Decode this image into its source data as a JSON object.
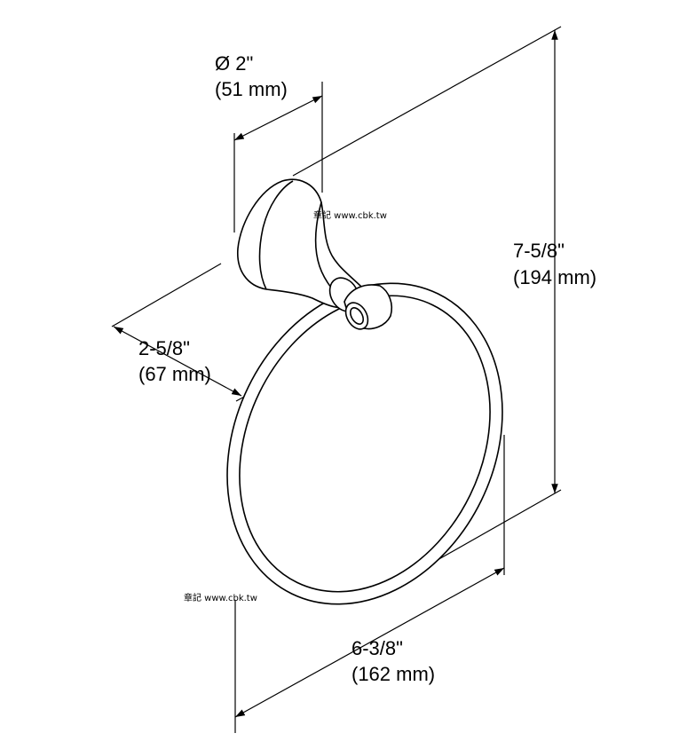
{
  "dimensions": {
    "diameter": {
      "imperial": "Ø 2\"",
      "metric": "(51 mm)"
    },
    "depth": {
      "imperial": "2-5/8\"",
      "metric": "(67 mm)"
    },
    "height": {
      "imperial": "7-5/8\"",
      "metric": "(194 mm)"
    },
    "width": {
      "imperial": "6-3/8\"",
      "metric": "(162 mm)"
    }
  },
  "watermarks": [
    {
      "text": "章記 www.cbk.tw"
    },
    {
      "text": "章記 www.cbk.tw"
    }
  ]
}
